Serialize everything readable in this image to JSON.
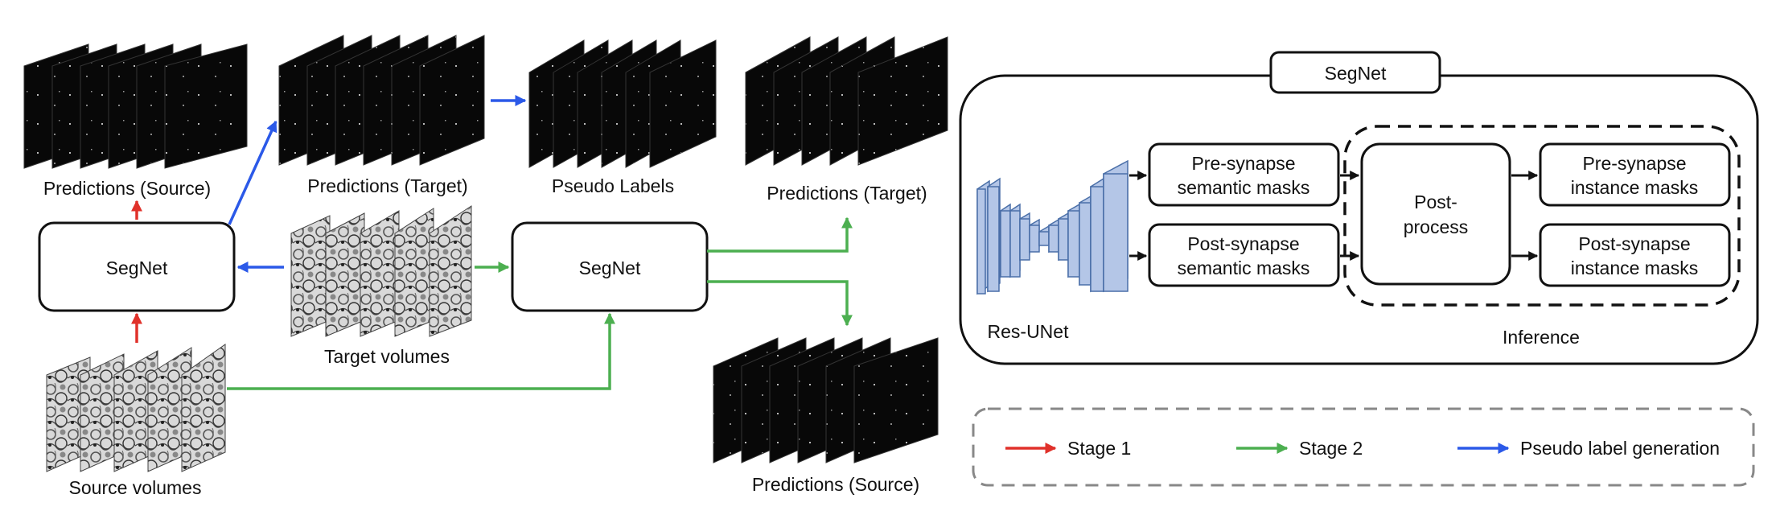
{
  "labels": {
    "pred_source_top": "Predictions (Source)",
    "pred_target_top": "Predictions (Target)",
    "pseudo_labels": "Pseudo Labels",
    "pred_target_right": "Predictions (Target)",
    "target_volumes": "Target volumes",
    "source_volumes": "Source volumes",
    "pred_source_bottom": "Predictions (Source)"
  },
  "nodes": {
    "segnet_left": "SegNet",
    "segnet_center": "SegNet"
  },
  "segnet_panel": {
    "title": "SegNet",
    "res_unet": "Res-UNet",
    "inference": "Inference",
    "pre_semantic": [
      "Pre-synapse",
      "semantic masks"
    ],
    "post_semantic": [
      "Post-synapse",
      "semantic masks"
    ],
    "post_process": [
      "Post-",
      "process"
    ],
    "pre_instance": [
      "Pre-synapse",
      "instance masks"
    ],
    "post_instance": [
      "Post-synapse",
      "instance masks"
    ]
  },
  "legend": {
    "items": [
      {
        "label": "Stage 1",
        "color": "#e0312a"
      },
      {
        "label": "Stage 2",
        "color": "#4caf50"
      },
      {
        "label": "Pseudo label generation",
        "color": "#2b59e8"
      }
    ]
  },
  "colors": {
    "stage1": "#e0312a",
    "stage2": "#4caf50",
    "pseudo": "#2b59e8",
    "unet_fill": "#b4c6e7",
    "unet_stroke": "#4a6fa8"
  }
}
